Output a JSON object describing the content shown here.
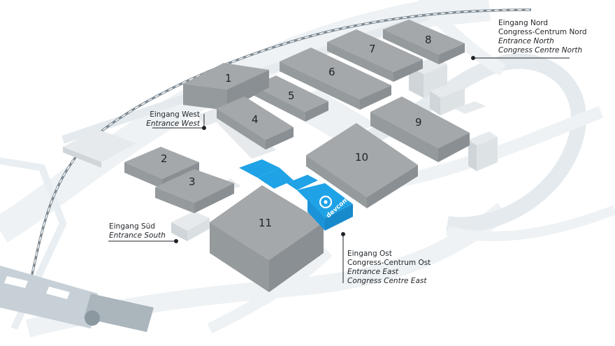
{
  "halls": [
    {
      "id": "1",
      "label": "1"
    },
    {
      "id": "2",
      "label": "2"
    },
    {
      "id": "3",
      "label": "3"
    },
    {
      "id": "4",
      "label": "4"
    },
    {
      "id": "5",
      "label": "5"
    },
    {
      "id": "6",
      "label": "6"
    },
    {
      "id": "7",
      "label": "7"
    },
    {
      "id": "8",
      "label": "8"
    },
    {
      "id": "9",
      "label": "9"
    },
    {
      "id": "10",
      "label": "10"
    },
    {
      "id": "11",
      "label": "11"
    }
  ],
  "highlight": {
    "label": "devcom",
    "color": "#1fa2e6"
  },
  "colors": {
    "hall_top": "#a4a8ab",
    "hall_side": "#8a8f93",
    "road": "#e2e8ec",
    "rail": "#7e8a93"
  },
  "entrances": {
    "north": {
      "de": "Eingang Nord",
      "de2": "Congress-Centrum Nord",
      "en": "Entrance North",
      "en2": "Congress Centre North"
    },
    "west": {
      "de": "Eingang West",
      "en": "Entrance West"
    },
    "south": {
      "de": "Eingang Süd",
      "en": "Entrance South"
    },
    "east": {
      "de": "Eingang Ost",
      "de2": "Congress-Centrum Ost",
      "en": "Entrance East",
      "en2": "Congress Centre East"
    }
  }
}
